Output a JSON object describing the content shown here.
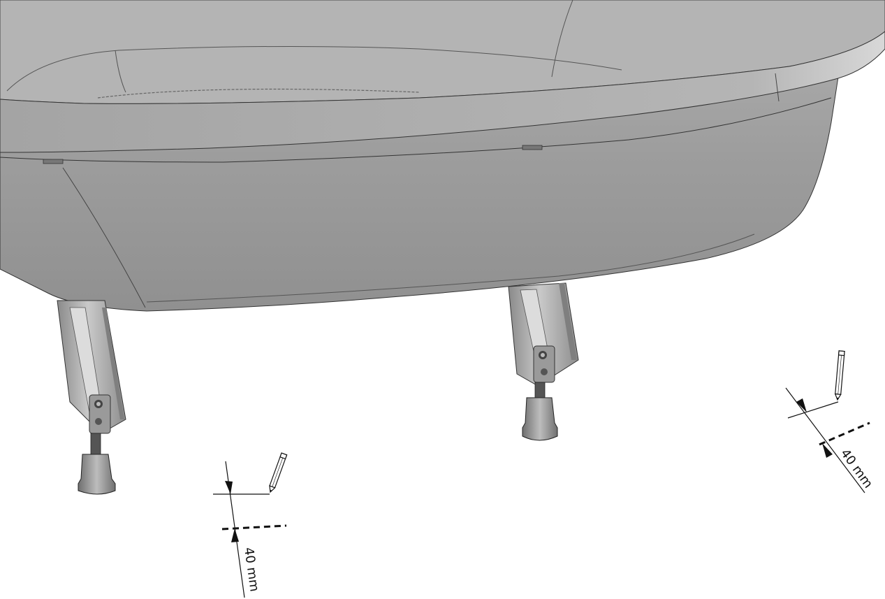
{
  "figure": {
    "subject": "bathtub-underside-with-adjustable-legs",
    "icons": [
      "pencil-icon",
      "pencil-icon"
    ]
  },
  "colors": {
    "tub_body": "#9c9c9c",
    "tub_rim": "#a8a8a8",
    "tub_inner": "#b3b3b3",
    "leg_metal": "#a3a3a3",
    "leg_slot": "#d9d9d9",
    "foot": "#8f8f8f",
    "line": "#111111"
  },
  "dimensions": [
    {
      "label": "40 mm"
    },
    {
      "label": "40 mm"
    }
  ]
}
